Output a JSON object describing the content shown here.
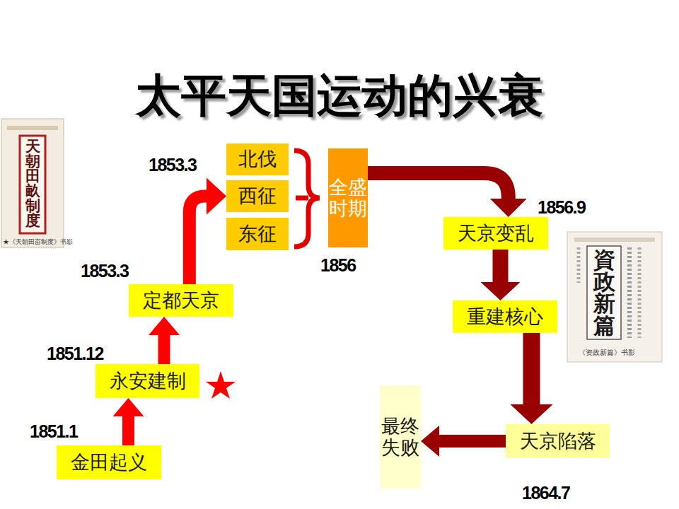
{
  "diagram": {
    "title": "太平天国运动的兴衰",
    "nodes": [
      {
        "text": [
          "金田起义"
        ]
      },
      {
        "text": [
          "永安建制"
        ]
      },
      {
        "text": [
          "定都天京"
        ]
      },
      {
        "text": [
          "北伐"
        ]
      },
      {
        "text": [
          "西征"
        ]
      },
      {
        "text": [
          "东征"
        ]
      },
      {
        "text": [
          "全盛时期"
        ]
      },
      {
        "text": [
          "天京变乱"
        ]
      },
      {
        "text": [
          "重建核心"
        ]
      },
      {
        "text": [
          "天京陷落"
        ]
      },
      {
        "text": [
          "最终失败"
        ]
      }
    ],
    "edges": [
      {
        "from": 0,
        "to": 1,
        "arrow": "to"
      },
      {
        "from": 1,
        "to": 2,
        "arrow": "to"
      },
      {
        "from": 2,
        "to": 4,
        "arrow": "to"
      },
      {
        "from": 6,
        "to": 7,
        "arrow": "to"
      },
      {
        "from": 7,
        "to": 8,
        "arrow": "to"
      },
      {
        "from": 8,
        "to": 9,
        "arrow": "to"
      },
      {
        "from": 9,
        "to": 10,
        "arrow": "to"
      }
    ],
    "labels": [
      "1851.1",
      "1851.12",
      "1853.3",
      "1853.3",
      "1856",
      "1856.9",
      "1864.7",
      "天朝田畝制度",
      "★《天朝田亩制度》书影",
      "資政新篇",
      "《资政新篇》书影"
    ]
  }
}
